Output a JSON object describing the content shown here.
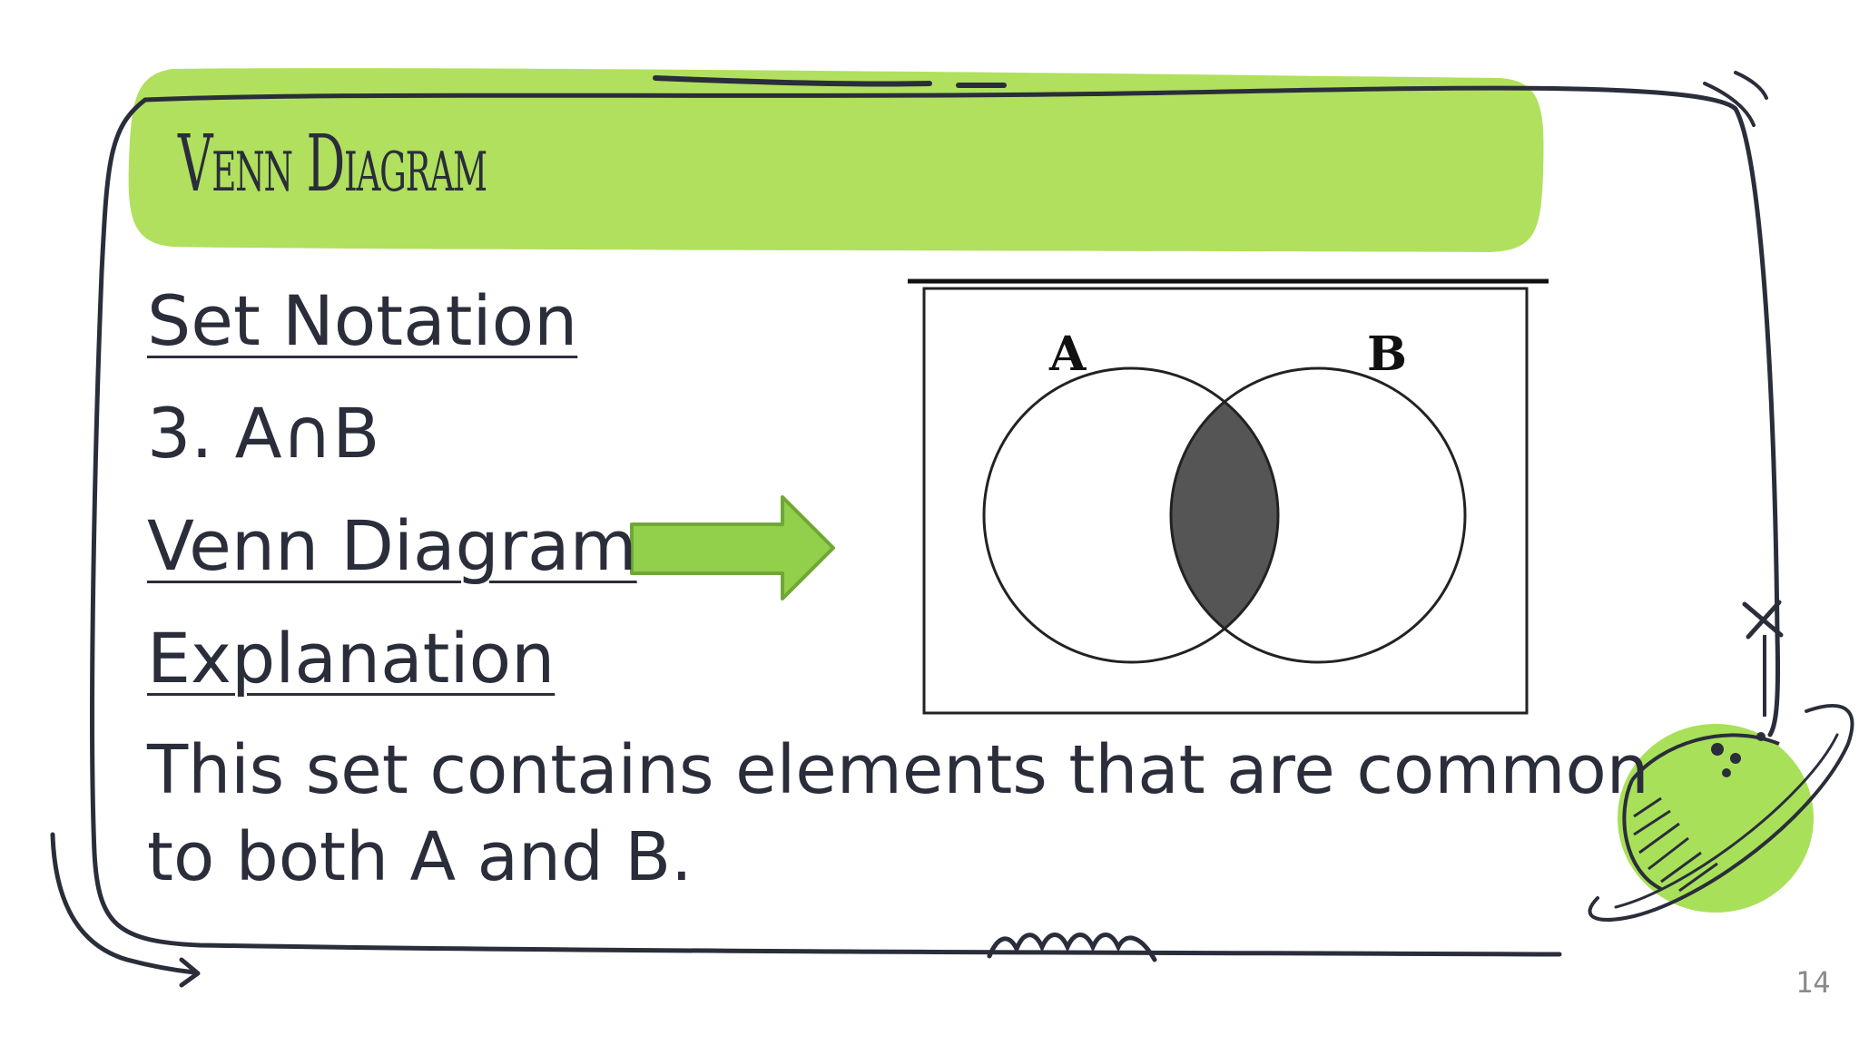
{
  "title": "Venn Diagram",
  "lines": {
    "heading_notation": "Set Notation",
    "notation_value": "3. A∩B",
    "heading_venn": "Venn Diagram",
    "heading_explanation": "Explanation",
    "explanation_line1": "This set contains elements that are common",
    "explanation_line2": "to both A and B."
  },
  "venn": {
    "label_a": "A",
    "label_b": "B",
    "shaded_region": "intersection"
  },
  "page_number": "14",
  "colors": {
    "accent_green": "#b0e05e",
    "arrow_green": "#92cf4a",
    "ink": "#2a2d3a",
    "shade": "#555555"
  },
  "icons": [
    "arrow-right-icon",
    "planet-icon",
    "star-cross-icon"
  ]
}
